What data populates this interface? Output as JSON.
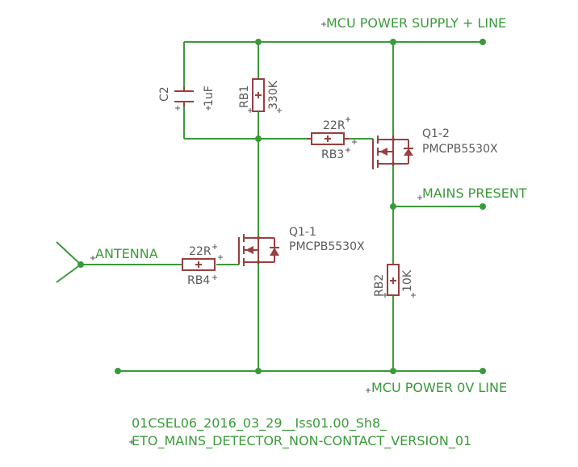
{
  "nets": {
    "supply": "MCU  POWER SUPPLY + LINE",
    "mains_present": "MAINS PRESENT",
    "antenna": "ANTENNA",
    "ground": "MCU POWER 0V LINE"
  },
  "components": {
    "c2": {
      "ref": "C2",
      "value": "1uF"
    },
    "rb1": {
      "ref": "RB1",
      "value": "330K"
    },
    "rb3": {
      "ref": "RB3",
      "value": "22R"
    },
    "rb4": {
      "ref": "RB4",
      "value": "22R"
    },
    "rb2": {
      "ref": "RB2",
      "value": "10K"
    },
    "q1_2": {
      "ref": "Q1-2",
      "value": "PMCPB5530X"
    },
    "q1_1": {
      "ref": "Q1-1",
      "value": "PMCPB5530X"
    }
  },
  "footer": {
    "line1": "01CSEL06_2016_03_29__Iss01.00_Sh8_",
    "line2": "ETO_MAINS_DETECTOR_NON-CONTACT_VERSION_01"
  },
  "colors": {
    "wire": "#3a9a3a",
    "part": "#9a3f3f",
    "text": "#595959"
  }
}
